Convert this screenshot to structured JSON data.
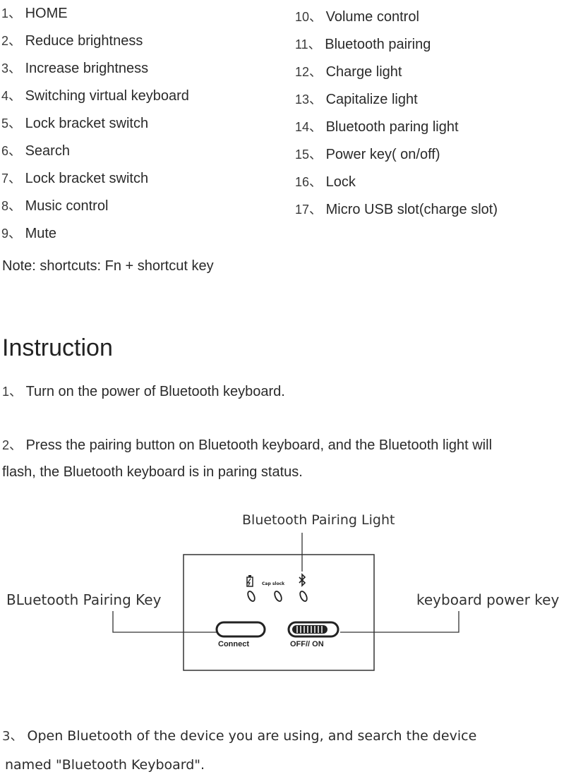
{
  "legend_left": [
    {
      "num": "1、",
      "label": "HOME"
    },
    {
      "num": "2、",
      "label": "Reduce brightness"
    },
    {
      "num": "3、",
      "label": "Increase brightness"
    },
    {
      "num": "4、",
      "label": "Switching virtual keyboard"
    },
    {
      "num": "5、",
      "label": "Lock bracket switch"
    },
    {
      "num": "6、",
      "label": "Search"
    },
    {
      "num": "7、",
      "label": "Lock bracket switch"
    },
    {
      "num": "8、",
      "label": "Music control"
    },
    {
      "num": "9、",
      "label": "Mute"
    }
  ],
  "legend_right": [
    {
      "num": "10、",
      "label": "Volume control"
    },
    {
      "num": "11、",
      "label": "Bluetooth pairing"
    },
    {
      "num": "12、",
      "label": "Charge light"
    },
    {
      "num": "13、",
      "label": "Capitalize light"
    },
    {
      "num": "14、",
      "label": "Bluetooth paring light"
    },
    {
      "num": "15、",
      "label": "Power key( on/off)"
    },
    {
      "num": "16、",
      "label": "Lock"
    },
    {
      "num": "17、",
      "label": "Micro USB slot(charge slot)"
    }
  ],
  "note": "Note: shortcuts: Fn + shortcut key",
  "heading": "Instruction",
  "steps": [
    {
      "num": "1、",
      "lines": [
        "Turn on the power of Bluetooth keyboard."
      ]
    },
    {
      "num": "2、",
      "lines": [
        "Press the pairing button on Bluetooth keyboard, and the Bluetooth light will",
        "flash, the Bluetooth keyboard is in paring status."
      ]
    },
    {
      "num": "3、",
      "lines": [
        "Open Bluetooth of the device you are using, and search the device",
        "named \"Bluetooth Keyboard\"."
      ]
    }
  ],
  "diagram": {
    "label_light": "Bluetooth Pairing Light",
    "label_key": "BLuetooth Pairing Key",
    "label_power": "keyboard power key",
    "cap_label": "Cap slock",
    "connect_label": "Connect",
    "switch_label": "OFF// ON",
    "battery_icon": "battery-charge-icon",
    "bluetooth_icon": "bluetooth-icon"
  }
}
